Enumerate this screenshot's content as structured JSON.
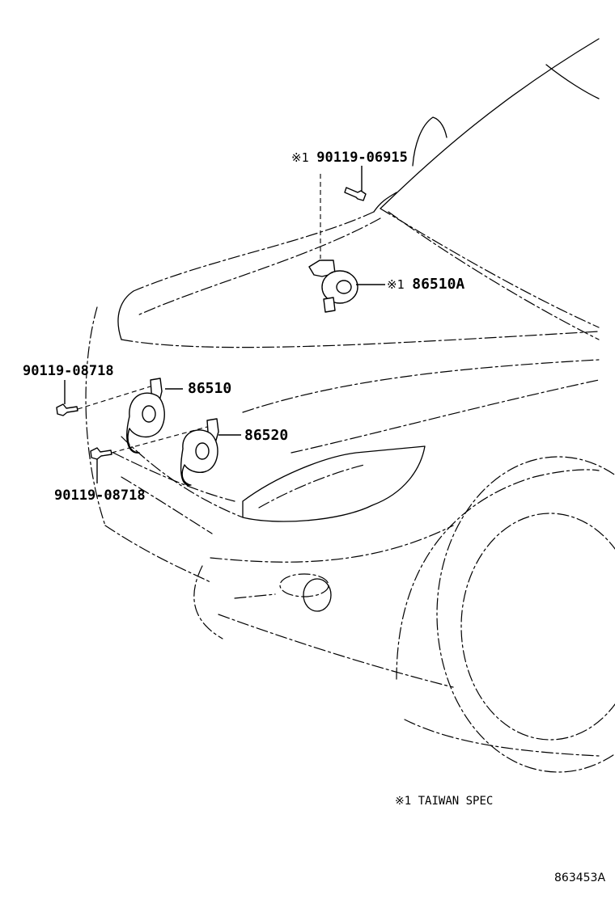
{
  "callouts": {
    "horn_bolt_taiwan": {
      "mark": "※1",
      "part_no": "90119-06915"
    },
    "horn_assy_taiwan": {
      "mark": "※1",
      "part_no": "86510A"
    },
    "bolt_upper": {
      "part_no": "90119-08718"
    },
    "horn_high": {
      "part_no": "86510"
    },
    "horn_low": {
      "part_no": "86520"
    },
    "bolt_lower": {
      "part_no": "90119-08718"
    }
  },
  "note": {
    "mark": "※1",
    "text": "TAIWAN SPEC"
  },
  "illustration_ref": "863453A"
}
